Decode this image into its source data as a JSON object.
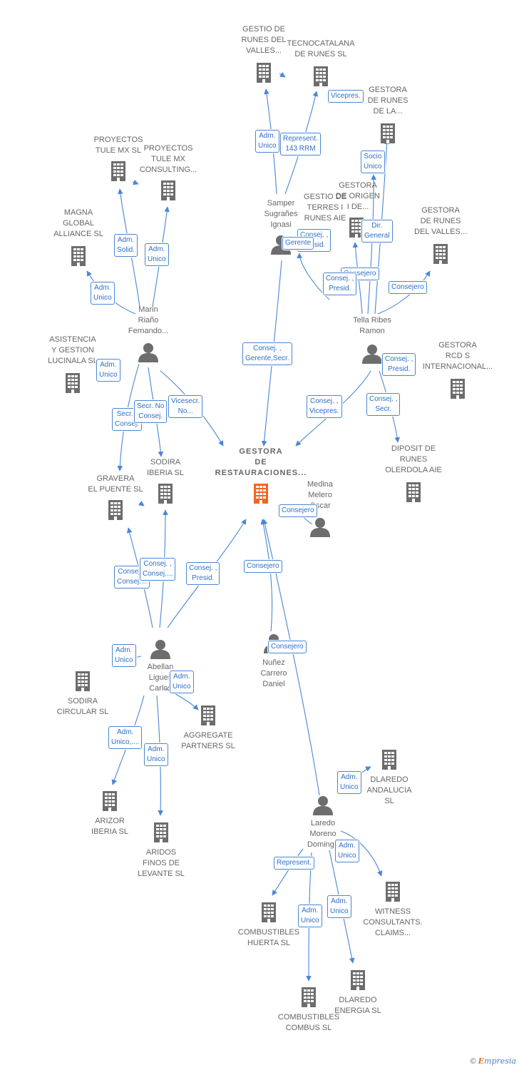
{
  "colors": {
    "edge": "#4a86d4",
    "icon": "#6d6d6d",
    "focus": "#f26522",
    "text": "#666666"
  },
  "companies": [
    {
      "id": "gestio_runes_valles",
      "name": "GESTIO DE\nRUNES DEL\nVALLES..."
    },
    {
      "id": "tecnocatalana",
      "name": "TECNOCATALANA\nDE RUNES SL"
    },
    {
      "id": "gestora_runes_la",
      "name": "GESTORA\nDE RUNES\nDE LA..."
    },
    {
      "id": "proyectos_tule",
      "name": "PROYECTOS\nTULE MX SL"
    },
    {
      "id": "proyectos_tule_consulting",
      "name": "PROYECTOS\nTULE MX\nCONSULTING..."
    },
    {
      "id": "magna",
      "name": "MAGNA\nGLOBAL\nALLIANCE SL"
    },
    {
      "id": "gestio_terres",
      "name": "GESTIO DE\nTERRES I\nRUNES AIE"
    },
    {
      "id": "gestora_origen",
      "name": "GESTORA\nDE ORIGEN\nI DE..."
    },
    {
      "id": "gestora_runes_valles",
      "name": "GESTORA\nDE RUNES\nDEL VALLES..."
    },
    {
      "id": "asistencia",
      "name": "ASISTENCIA\nY GESTION\nLUCINALA SL"
    },
    {
      "id": "gestora_rcd",
      "name": "GESTORA\nRCD S\nINTERNACIONAL..."
    },
    {
      "id": "gestora_restauraciones",
      "name": "GESTORA\nDE\nRESTAURACIONES...",
      "focus": true
    },
    {
      "id": "sodira_iberia",
      "name": "SODIRA\nIBERIA SL"
    },
    {
      "id": "gravera",
      "name": "GRAVERA\nEL PUENTE SL"
    },
    {
      "id": "diposit",
      "name": "DIPOSIT DE\nRUNES\nOLERDOLA AIE"
    },
    {
      "id": "sodira_circular",
      "name": "SODIRA\nCIRCULAR SL"
    },
    {
      "id": "aggregate",
      "name": "AGGREGATE\nPARTNERS SL"
    },
    {
      "id": "dlaredo_andalucia",
      "name": "DLAREDO\nANDALUCIA\nSL"
    },
    {
      "id": "arizor",
      "name": "ARIZOR\nIBERIA SL"
    },
    {
      "id": "aridos",
      "name": "ARIDOS\nFINOS DE\nLEVANTE SL"
    },
    {
      "id": "combustibles_huerta",
      "name": "COMBUSTIBLES\nHUERTA SL"
    },
    {
      "id": "witness",
      "name": "WITNESS\nCONSULTANTS.\nCLAIMS..."
    },
    {
      "id": "dlaredo_energia",
      "name": "DLAREDO\nENERGIA SL"
    },
    {
      "id": "combustibles_combus",
      "name": "COMBUSTIBLES\nCOMBUS SL"
    }
  ],
  "persons": [
    {
      "id": "samper",
      "name": "Samper\nSugrañes\nIgnasi"
    },
    {
      "id": "marin",
      "name": "Marin\nRiaño\nFernando..."
    },
    {
      "id": "tella",
      "name": "Tella Ribes\nRamon"
    },
    {
      "id": "medina",
      "name": "Medina\nMelero\nOscar"
    },
    {
      "id": "abellan",
      "name": "Abellan\nLigues\nCarlos"
    },
    {
      "id": "nunez",
      "name": "Nuñez\nCarrero\nDaniel"
    },
    {
      "id": "laredo",
      "name": "Laredo\nMoreno\nDomingo"
    }
  ],
  "relations": [
    {
      "id": "r1",
      "label": "Adm.\nUnico"
    },
    {
      "id": "r2",
      "label": "Represent.\n143 RRM"
    },
    {
      "id": "r3",
      "label": "Vicepres."
    },
    {
      "id": "r4",
      "label": "Socio\nÚnico"
    },
    {
      "id": "r5",
      "label": "Adm.\nSolid."
    },
    {
      "id": "r6",
      "label": "Adm.\nUnico"
    },
    {
      "id": "r7",
      "label": "Adm.\nUnico"
    },
    {
      "id": "r8",
      "label": "Consej. ,\nPresid."
    },
    {
      "id": "r9",
      "label": "Gerente"
    },
    {
      "id": "r10",
      "label": "Dir.\nGeneral"
    },
    {
      "id": "r11",
      "label": "Consejero"
    },
    {
      "id": "r12",
      "label": "Consej. ,\nPresid."
    },
    {
      "id": "r13",
      "label": "Consejero"
    },
    {
      "id": "r14",
      "label": "Adm.\nUnico"
    },
    {
      "id": "r15",
      "label": "Consej. ,\nGerente,Secr."
    },
    {
      "id": "r16",
      "label": "Consej. ,\nPresid."
    },
    {
      "id": "r17",
      "label": "Secr. ,\nConsej."
    },
    {
      "id": "r18",
      "label": "Secr. No\nConsej."
    },
    {
      "id": "r19",
      "label": "Vicesecr.\nNo..."
    },
    {
      "id": "r20",
      "label": "Consej. ,\nVicepres."
    },
    {
      "id": "r21",
      "label": "Consej. ,\nSecr."
    },
    {
      "id": "r22",
      "label": "Consejero"
    },
    {
      "id": "r23",
      "label": "Consej. ,\nConsej...."
    },
    {
      "id": "r24",
      "label": "Consej. ,\nConsej...."
    },
    {
      "id": "r25",
      "label": "Consej. ,\nPresid."
    },
    {
      "id": "r26",
      "label": "Consejero"
    },
    {
      "id": "r27",
      "label": "Consejero"
    },
    {
      "id": "r28",
      "label": "Adm.\nUnico"
    },
    {
      "id": "r29",
      "label": "Adm.\nUnico"
    },
    {
      "id": "r30",
      "label": "Adm.\nUnico,...."
    },
    {
      "id": "r31",
      "label": "Adm.\nUnico"
    },
    {
      "id": "r32",
      "label": "Adm.\nUnico"
    },
    {
      "id": "r33",
      "label": "Adm.\nUnico"
    },
    {
      "id": "r34",
      "label": "Represent."
    },
    {
      "id": "r35",
      "label": "Adm.\nUnico"
    },
    {
      "id": "r36",
      "label": "Adm.\nUnico"
    }
  ],
  "brand": {
    "copyright": "©",
    "name": "mpresia",
    "initial": "E"
  }
}
